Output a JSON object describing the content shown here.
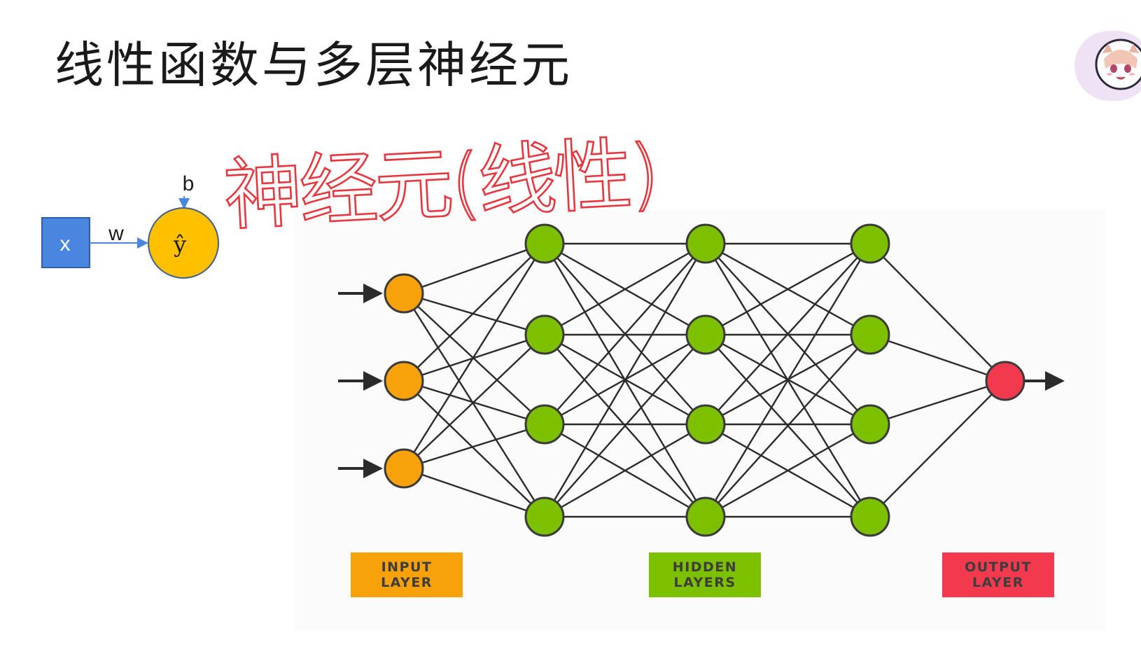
{
  "slide": {
    "title": "线性函数与多层神经元",
    "annotation": "神经元(线性)"
  },
  "single_neuron": {
    "input_label": "x",
    "weight_label": "w",
    "bias_label": "b",
    "output_label": "ŷ"
  },
  "network": {
    "layers": [
      {
        "name": "input",
        "count": 3
      },
      {
        "name": "hidden",
        "count": 4
      },
      {
        "name": "hidden",
        "count": 4
      },
      {
        "name": "hidden",
        "count": 4
      },
      {
        "name": "output",
        "count": 1
      }
    ],
    "legend": {
      "input": "INPUT\nLAYER",
      "hidden": "HIDDEN\nLAYERS",
      "output": "OUTPUT\nLAYER"
    }
  },
  "colors": {
    "input_node": "#f7a10b",
    "hidden_node": "#7cc000",
    "output_node": "#f2394d",
    "x_box": "#4a86e0",
    "y_hat_node": "#ffc000",
    "annotation_ink": "#e8363f",
    "edges": "#2b2b2b"
  }
}
